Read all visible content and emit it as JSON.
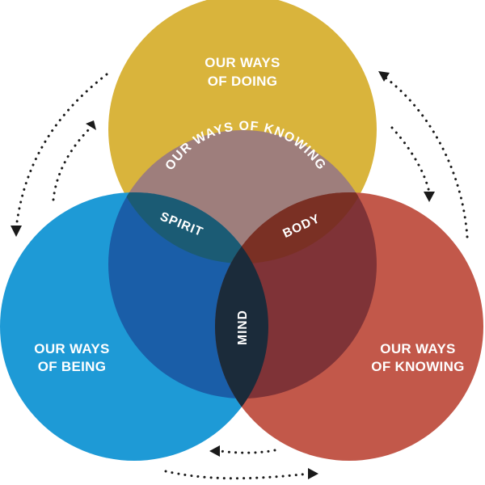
{
  "diagram": {
    "circles": {
      "doing": {
        "label_line1": "OUR WAYS",
        "label_line2": "OF DOING",
        "color": "#D9B43C"
      },
      "being": {
        "label_line1": "OUR WAYS",
        "label_line2": "OF BEING",
        "color": "#1E9AD6"
      },
      "knowing": {
        "label_line1": "OUR WAYS",
        "label_line2": "OF KNOWING",
        "color": "#C2584A"
      }
    },
    "inner_ring_label": "OUR WAYS OF KNOWING",
    "overlap_colors": {
      "doing_being": "#1B5B74",
      "doing_knowing": "#7A3024",
      "being_knowing": "#1A5EA8",
      "center": "#1B2B3A",
      "inner_ring": "#9E7E7C"
    },
    "overlaps": {
      "spirit": "SPIRIT",
      "body": "BODY",
      "mind": "MIND"
    }
  }
}
